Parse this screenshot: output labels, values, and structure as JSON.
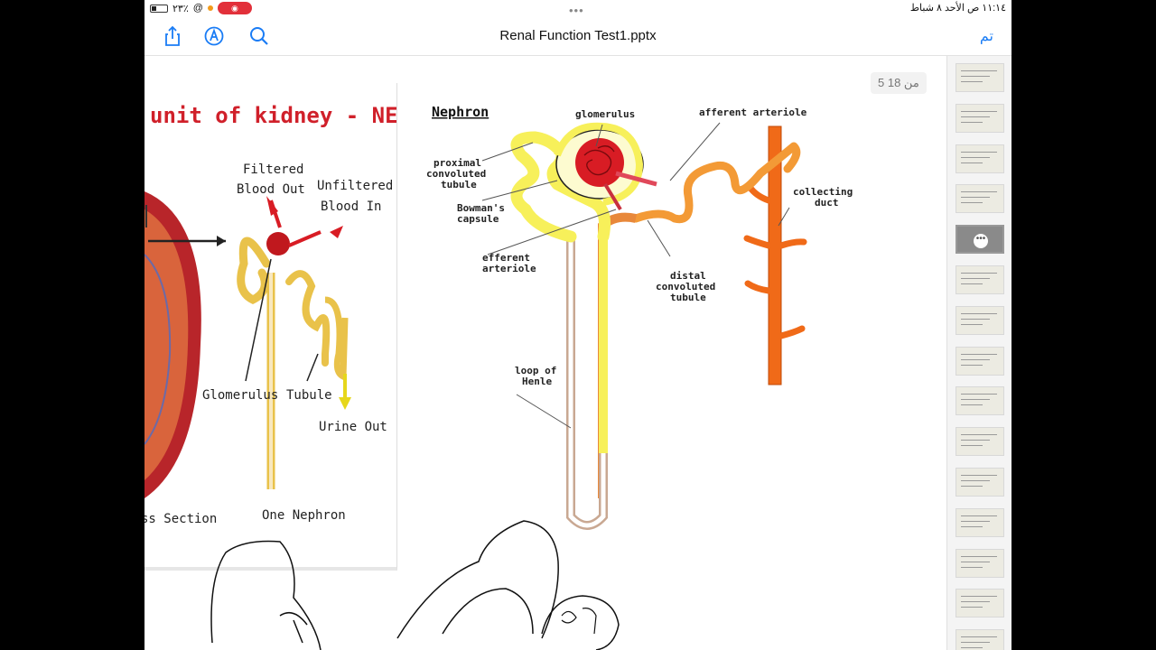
{
  "status_bar": {
    "battery_percent": "٢٣٪",
    "time_date": "١١:١٤ ص  الأحد ٨ شباط"
  },
  "toolbar": {
    "title": "Renal Function Test1.pptx",
    "done_label": "تم",
    "icons": [
      "share-icon",
      "markup-icon",
      "search-icon"
    ]
  },
  "page_indicator": "5 من 18",
  "slide_left": {
    "title": "unit of kidney - NEPHRON",
    "labels": {
      "filtered": "Filtered",
      "blood_out": "Blood Out",
      "unfiltered": "Unfiltered",
      "blood_in": "Blood In",
      "glomerulus": "Glomerulus",
      "tubule": "Tubule",
      "urine_out": "Urine Out",
      "cross_section": "ss Section",
      "one_nephron": "One Nephron"
    }
  },
  "diagram": {
    "title": "Nephron",
    "labels": {
      "glomerulus": "glomerulus",
      "afferent": "afferent arteriole",
      "proximal_1": "proximal",
      "proximal_2": "convoluted",
      "proximal_3": "tubule",
      "bowman_1": "Bowman's",
      "bowman_2": "capsule",
      "collecting_1": "collecting",
      "collecting_2": "duct",
      "efferent_1": "efferent",
      "efferent_2": "arteriole",
      "distal_1": "distal",
      "distal_2": "convoluted",
      "distal_3": "tubule",
      "loop_1": "loop of",
      "loop_2": "Henle"
    }
  },
  "colors": {
    "accent": "#1a7cf5",
    "recording": "#e2303a",
    "slide_title_red": "#d0202a",
    "yellow_tubule": "#f7f05a",
    "orange_duct": "#f07a20",
    "blood_red": "#d81c24"
  },
  "thumbnails_count": 15
}
